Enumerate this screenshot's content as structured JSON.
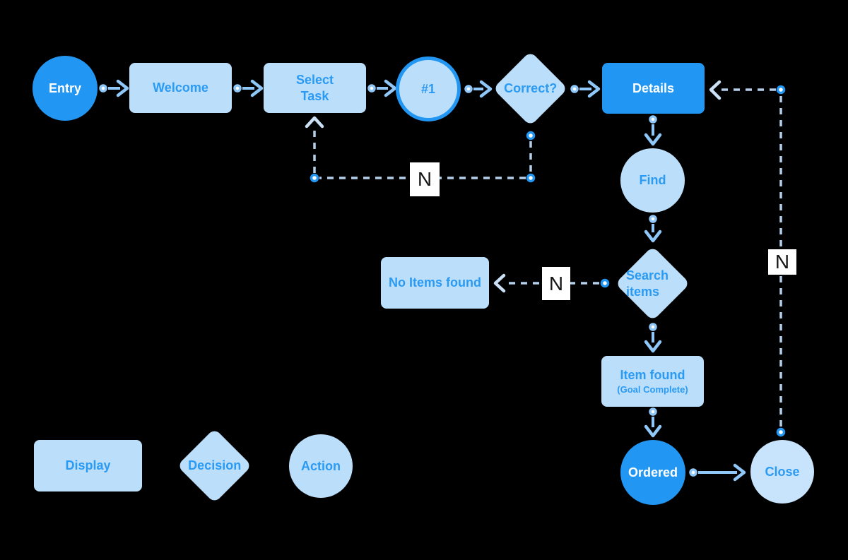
{
  "diagram": {
    "colors": {
      "primary": "#2196F3",
      "light_fill": "#BBDFFB",
      "close_fill": "#C8E4FC",
      "label": "#2B9AF3",
      "arrow": "#8FC7F9",
      "dashed": "#B4CFEA",
      "dash_chev": "#CCE0F5",
      "white": "#FFFFFF",
      "n_text": "#161616"
    },
    "nodes": {
      "entry": {
        "label": "Entry",
        "type": "action"
      },
      "welcome": {
        "label": "Welcome",
        "type": "display"
      },
      "select_task": {
        "label": "Select Task",
        "type": "display"
      },
      "step1": {
        "label": "#1",
        "type": "action"
      },
      "correct": {
        "label": "Correct?",
        "type": "decision"
      },
      "details": {
        "label": "Details",
        "type": "display"
      },
      "find": {
        "label": "Find",
        "type": "action"
      },
      "search_items": {
        "label": "Search items",
        "type": "decision"
      },
      "no_items_found": {
        "label": "No Items found",
        "type": "display"
      },
      "item_found": {
        "label": "Item found",
        "subtitle": "(Goal Complete)",
        "type": "display"
      },
      "ordered": {
        "label": "Ordered",
        "type": "action"
      },
      "close": {
        "label": "Close",
        "type": "action"
      }
    },
    "edge_labels": {
      "retry_select_task": "N",
      "no_items": "N",
      "close_to_details": "N"
    },
    "legend": {
      "display": "Display",
      "decision": "Decision",
      "action": "Action"
    }
  }
}
